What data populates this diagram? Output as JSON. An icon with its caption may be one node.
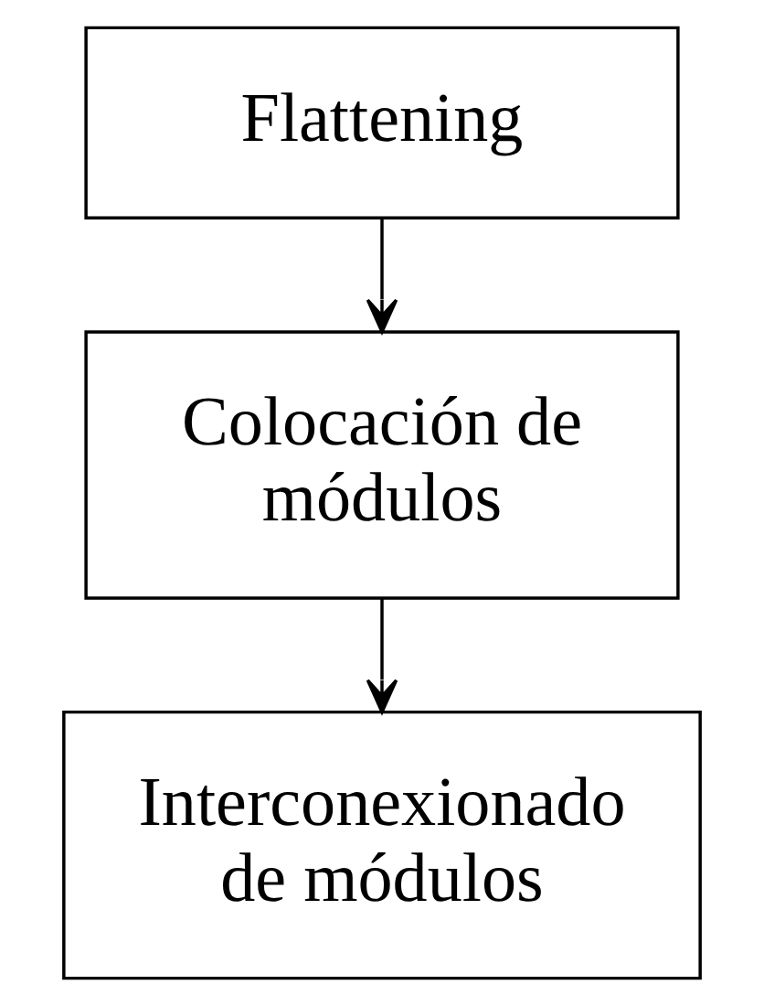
{
  "diagram": {
    "nodes": [
      {
        "text": [
          "Flattening"
        ]
      },
      {
        "text": [
          "Colocación de módulos"
        ]
      },
      {
        "text": [
          "Interconexionado de módulos"
        ]
      }
    ],
    "edges": [
      {
        "from": 0,
        "to": 1,
        "arrow": "to"
      },
      {
        "from": 1,
        "to": 2,
        "arrow": "to"
      }
    ]
  }
}
